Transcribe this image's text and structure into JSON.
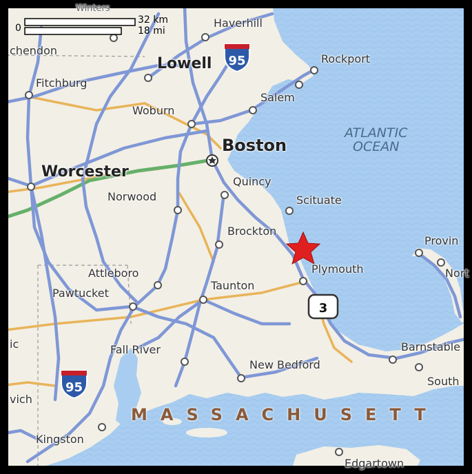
{
  "scale": {
    "zero": "0",
    "km": "32 km",
    "mi": "18 mi"
  },
  "ocean": {
    "line1": "ATLANTIC",
    "line2": "OCEAN"
  },
  "state": "MASSACHUSETT",
  "shields": {
    "i95_north": "95",
    "i95_south": "95",
    "route3": "3"
  },
  "cities": {
    "winchendon": "chendon",
    "fitchburg": "Fitchburg",
    "lowell": "Lowell",
    "haverhill": "Haverhill",
    "rockport": "Rockport",
    "salem": "Salem",
    "woburn": "Woburn",
    "boston": "Boston",
    "worcester": "Worcester",
    "quincy": "Quincy",
    "norwood": "Norwood",
    "scituate": "Scituate",
    "brockton": "Brockton",
    "plymouth": "Plymouth",
    "provincetown": "Provin",
    "north": "Nort",
    "attleboro": "Attleboro",
    "pawtucket": "Pawtucket",
    "taunton": "Taunton",
    "fall_river": "Fall River",
    "new_bedford": "New Bedford",
    "barnstable": "Barnstable",
    "south": "South",
    "norwich": "vich",
    "kingston": "Kingston",
    "edgartown": "Edgartown",
    "ic": "ic",
    "minor_top": "Winters"
  },
  "colors": {
    "land": "#f2efe6",
    "water": "#a8cdf0",
    "highway": "#7f97d6",
    "arterial": "#e8b45a",
    "turnpike": "#66b06a",
    "marker": "#e02020"
  }
}
